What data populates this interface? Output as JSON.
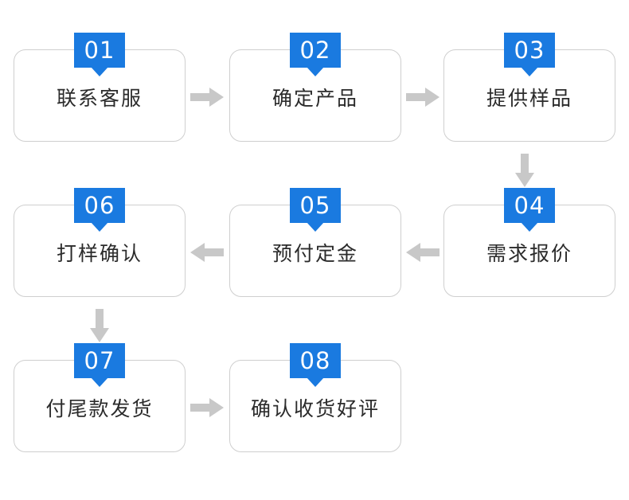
{
  "diagram": {
    "title": "",
    "type": "process-flow",
    "accent_color": "#1a7ae0",
    "box_border_color": "#cfcfcf",
    "arrow_color": "#c8c8c8",
    "background_color": "#ffffff",
    "steps": [
      {
        "number": "01",
        "label": "联系客服"
      },
      {
        "number": "02",
        "label": "确定产品"
      },
      {
        "number": "03",
        "label": "提供样品"
      },
      {
        "number": "04",
        "label": "需求报价"
      },
      {
        "number": "05",
        "label": "预付定金"
      },
      {
        "number": "06",
        "label": "打样确认"
      },
      {
        "number": "07",
        "label": "付尾款发货"
      },
      {
        "number": "08",
        "label": "确认收货好评"
      }
    ],
    "connectors": [
      {
        "from": "01",
        "to": "02",
        "direction": "right"
      },
      {
        "from": "02",
        "to": "03",
        "direction": "right"
      },
      {
        "from": "03",
        "to": "04",
        "direction": "down"
      },
      {
        "from": "04",
        "to": "05",
        "direction": "left"
      },
      {
        "from": "05",
        "to": "06",
        "direction": "left"
      },
      {
        "from": "06",
        "to": "07",
        "direction": "down"
      },
      {
        "from": "07",
        "to": "08",
        "direction": "right"
      }
    ]
  }
}
